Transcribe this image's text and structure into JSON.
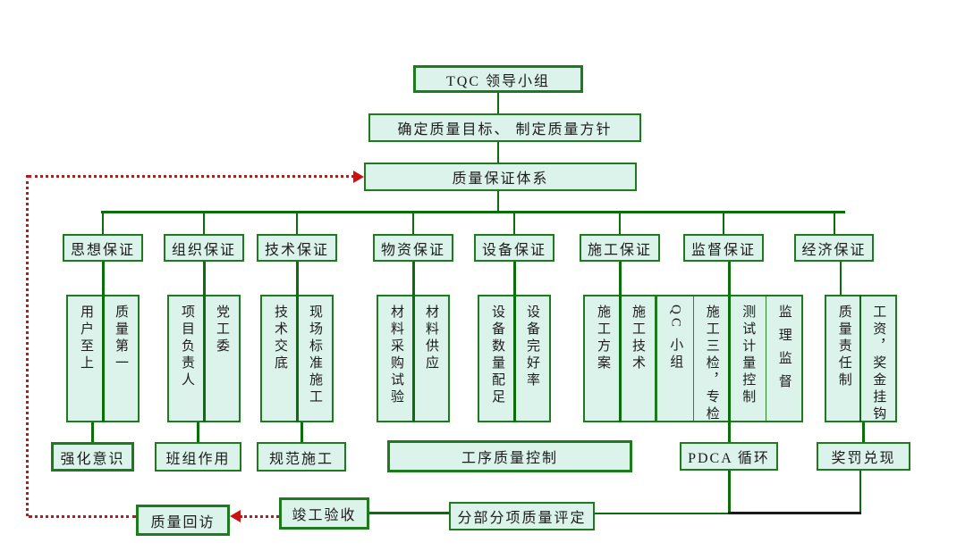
{
  "diagram_title": "质量保证体系",
  "colors": {
    "box_fill": "#dcf3ec",
    "box_border_green": "#1c7c1c",
    "connector_green": "#0a6e0a",
    "feedback_red": "#cc1111",
    "connector_black": "#1a1a1a",
    "background": "#ffffff"
  },
  "top": {
    "tqc": "TQC 领导小组",
    "goals": "确定质量目标、 制定质量方针",
    "system": "质量保证体系"
  },
  "categories": [
    {
      "label": "思想保证",
      "subs": [
        "用户至上",
        "质量第一"
      ]
    },
    {
      "label": "组织保证",
      "subs": [
        "项目负责人",
        "党工委"
      ]
    },
    {
      "label": "技术保证",
      "subs": [
        "技术交底",
        "现场标准施工"
      ]
    },
    {
      "label": "物资保证",
      "subs": [
        "材料采购试验",
        "材料供应"
      ]
    },
    {
      "label": "设备保证",
      "subs": [
        "设备数量配足",
        "设备完好率"
      ]
    },
    {
      "label": "施工保证",
      "subs": [
        "施工方案",
        "施工技术"
      ]
    },
    {
      "label": "监督保证",
      "subs": [
        "QC 小组",
        "施工三检，专检",
        "测试计量控制",
        "监理监督"
      ]
    },
    {
      "label": "经济保证",
      "subs": [
        "质量责任制",
        "工资，奖金挂钩"
      ]
    }
  ],
  "summary": [
    "强化意识",
    "班组作用",
    "规范施工",
    "工序质量控制",
    "PDCA 循环",
    "奖罚兑现"
  ],
  "bottom": [
    "质量回访",
    "竣工验收",
    "分部分项质量评定"
  ]
}
